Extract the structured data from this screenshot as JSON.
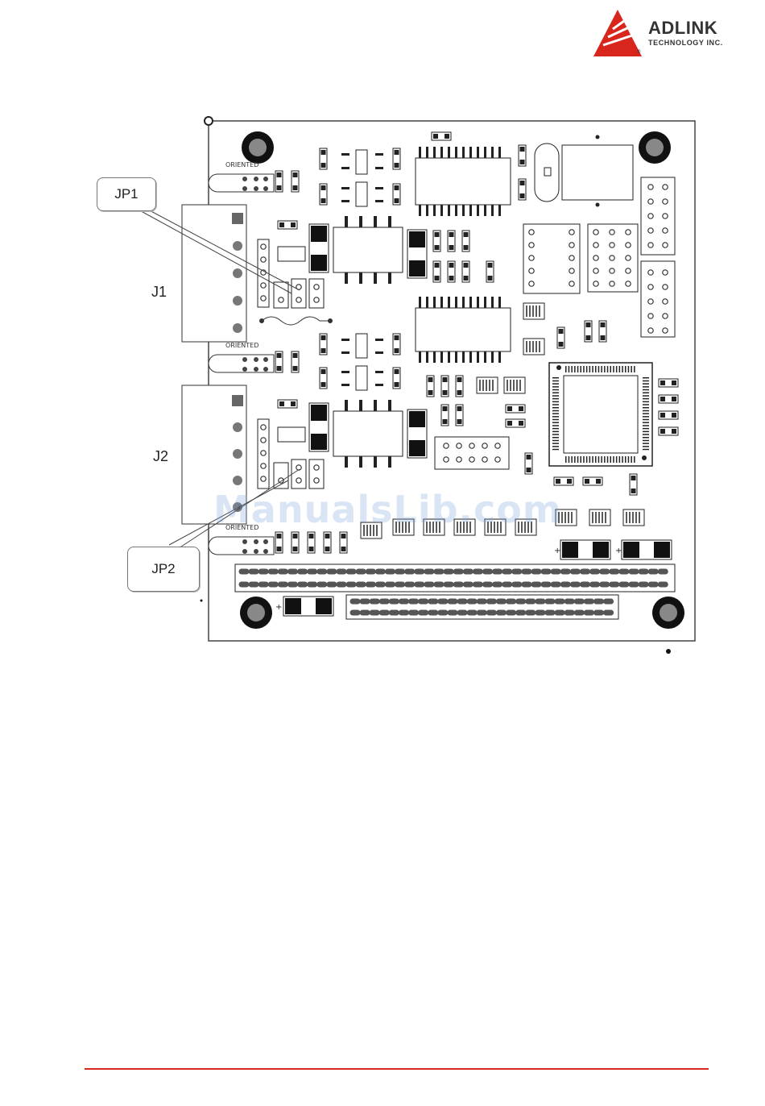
{
  "header": {
    "logo_name": "ADLINK",
    "logo_tagline": "TECHNOLOGY INC.",
    "logo_registered": "®",
    "brand_color": "#d9261c"
  },
  "figure": {
    "callouts": {
      "jp1": "JP1",
      "jp2": "JP2"
    },
    "connectors": {
      "j1": "J1",
      "j2": "J2"
    },
    "silkscreen": {
      "oriented_1": "ORIENTED",
      "oriented_2": "ORIENTED",
      "oriented_3": "ORIENTED"
    }
  },
  "watermark": "ManualsLib.com",
  "footer": {
    "rule_color": "#d9261c"
  }
}
